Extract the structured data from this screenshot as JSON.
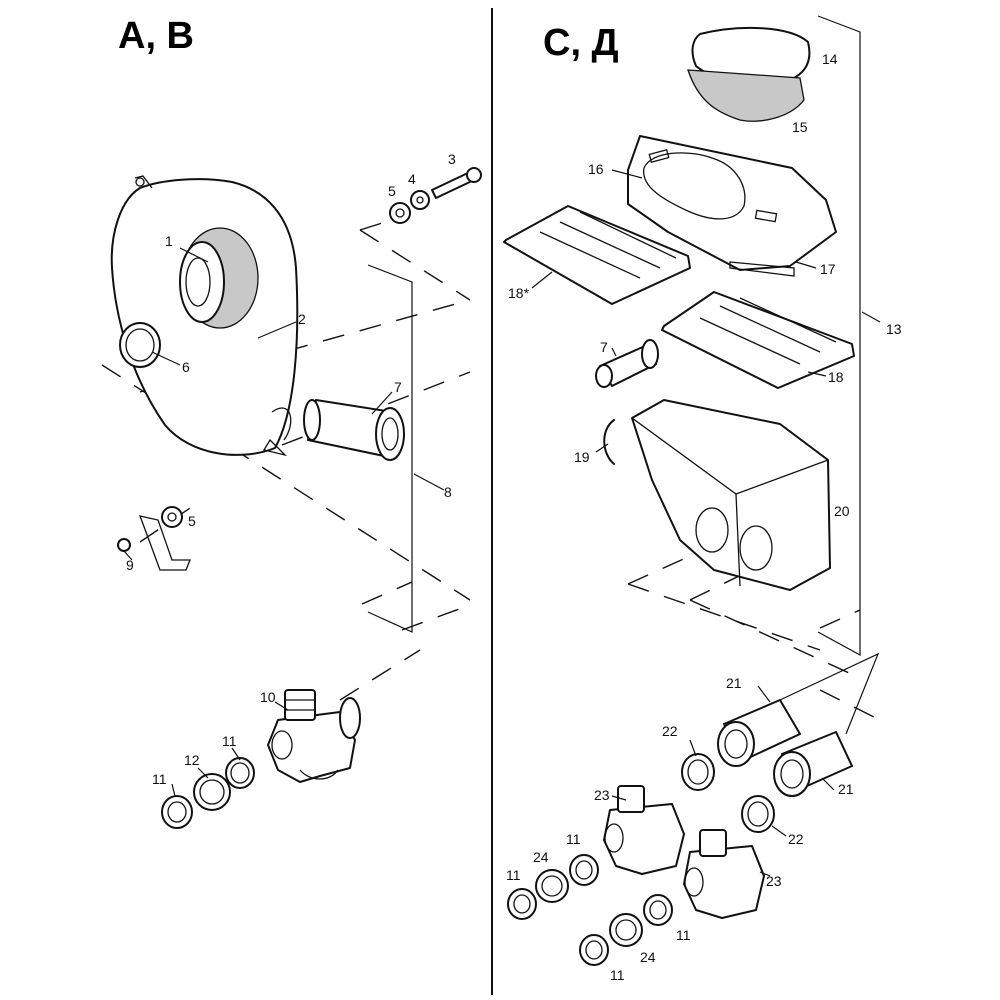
{
  "headings": {
    "left": "A, B",
    "right": "C, Д"
  },
  "callouts": {
    "c1": "1",
    "c2": "2",
    "c3": "3",
    "c4": "4",
    "c5a": "5",
    "c5b": "5",
    "c6": "6",
    "c7a": "7",
    "c8": "8",
    "c9": "9",
    "c10": "10",
    "c11a": "11",
    "c11b": "11",
    "c12": "12",
    "c13": "13",
    "c14": "14",
    "c15": "15",
    "c16": "16",
    "c17": "17",
    "c18a": "18*",
    "c18b": "18",
    "c7b": "7",
    "c19": "19",
    "c20": "20",
    "c21a": "21",
    "c21b": "21",
    "c22a": "22",
    "c22b": "22",
    "c23a": "23",
    "c23b": "23",
    "c11c": "11",
    "c11d": "11",
    "c11e": "11",
    "c11f": "11",
    "c24a": "24",
    "c24b": "24"
  },
  "colors": {
    "line": "#111111",
    "background": "#ffffff",
    "shade": "#c8c8c8"
  }
}
